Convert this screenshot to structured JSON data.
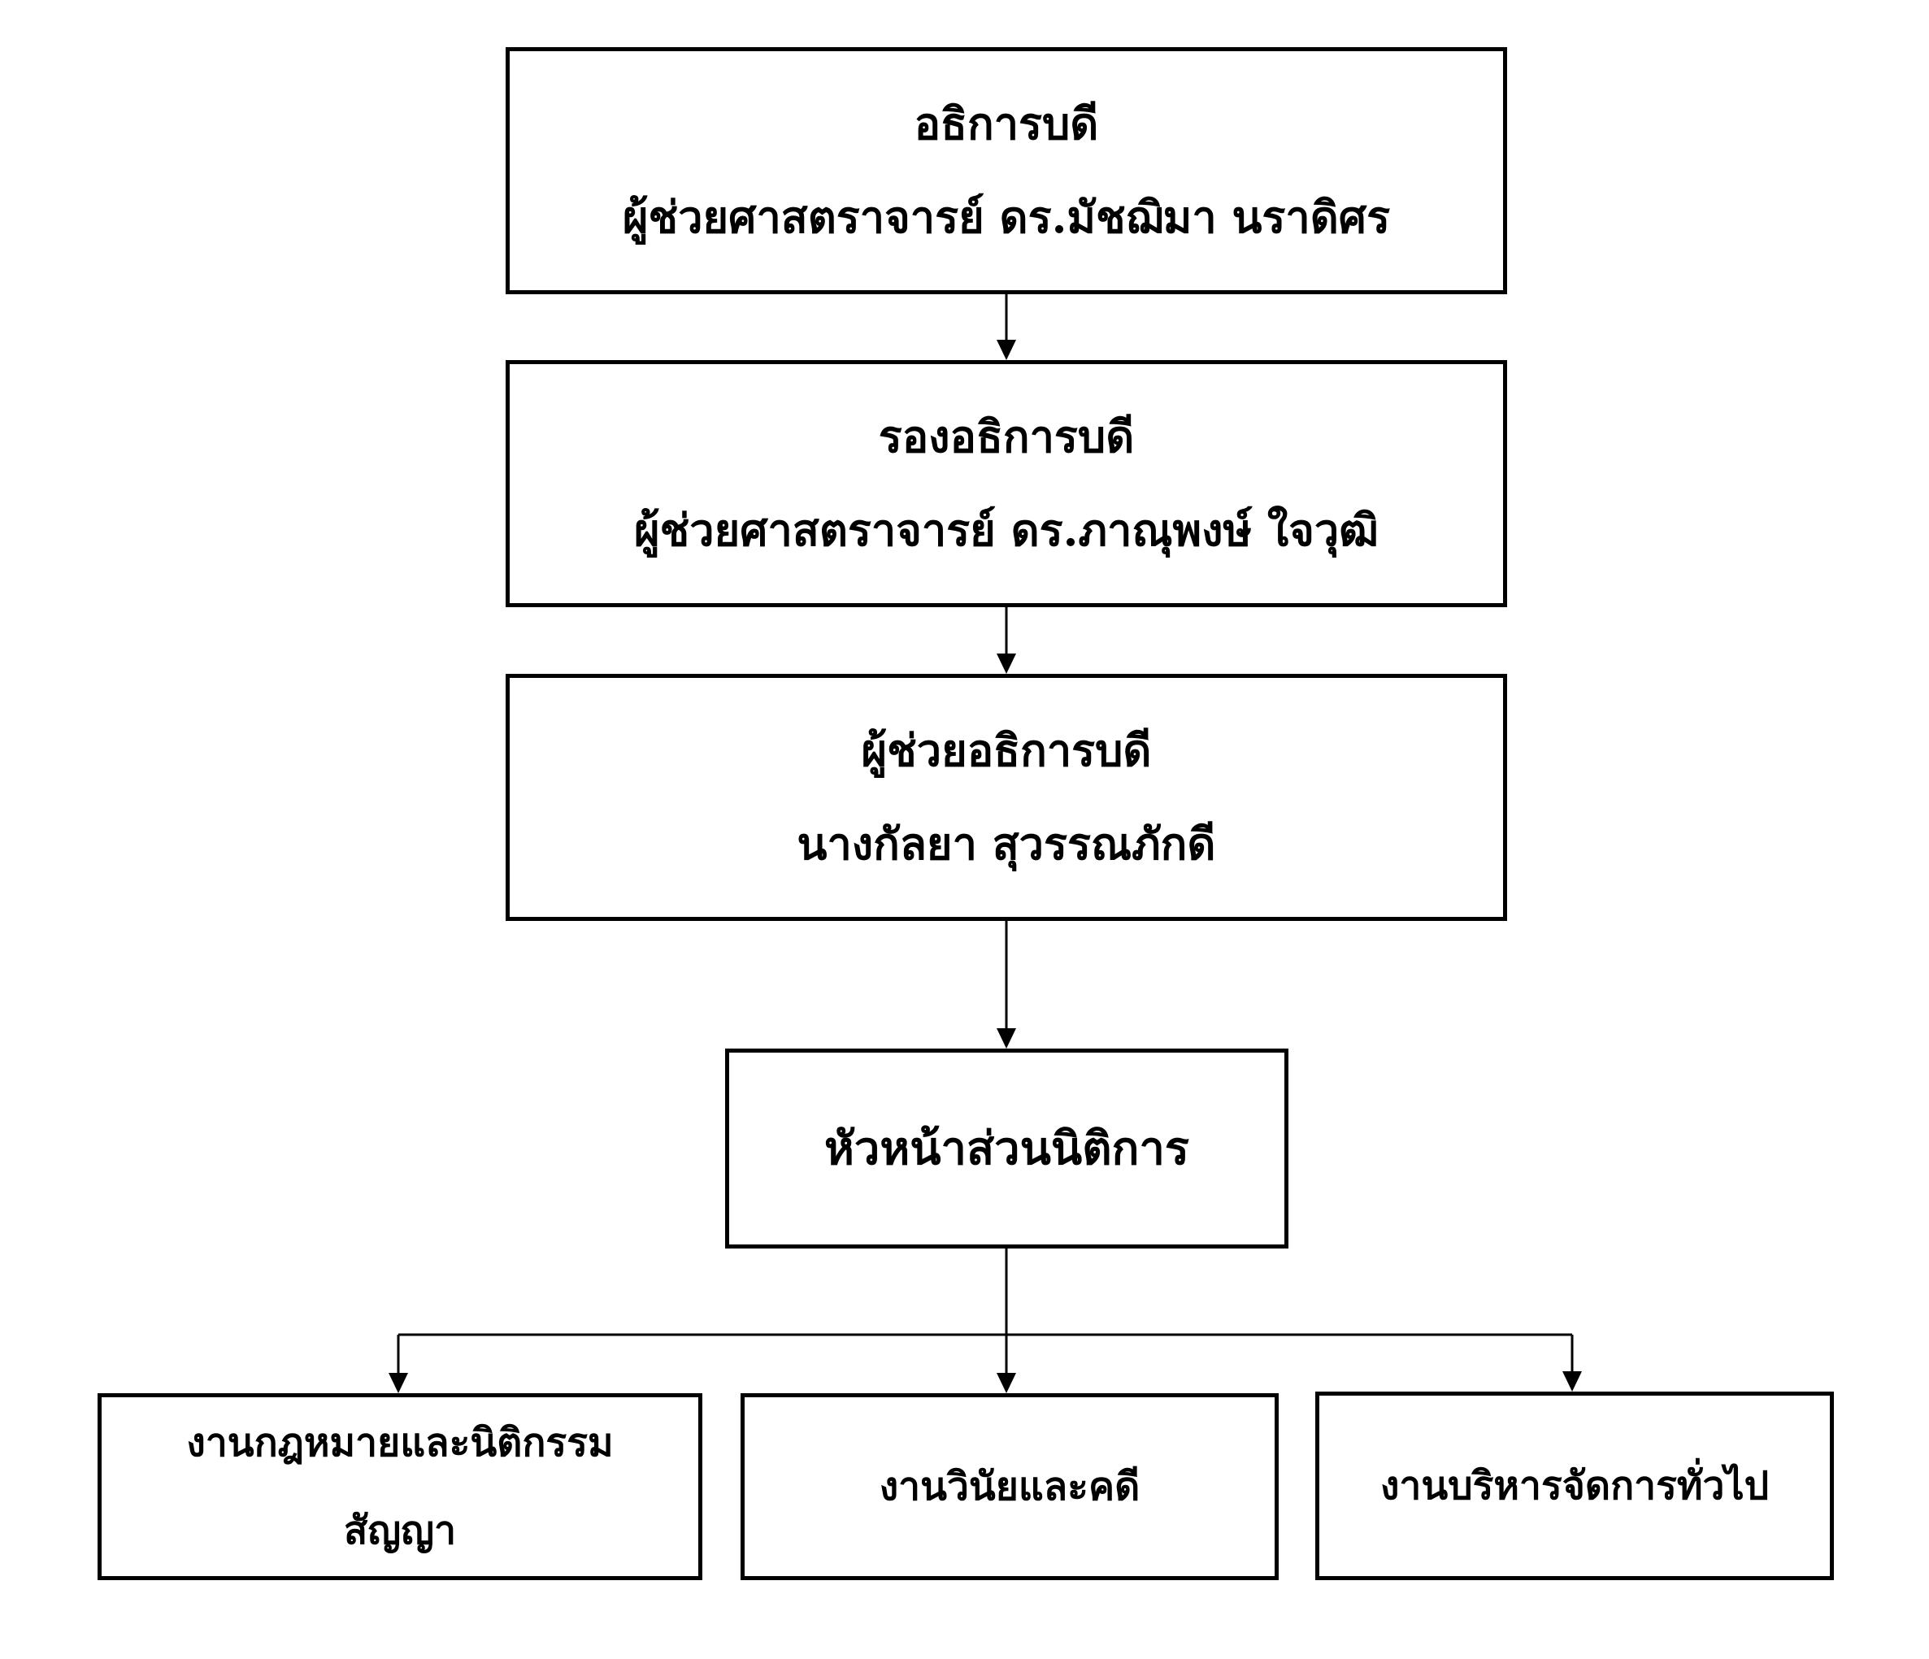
{
  "chart": {
    "boxes": [
      {
        "lines": [
          "อธิการบดี",
          "ผู้ช่วยศาสตราจารย์ ดร.มัชฌิมา นราดิศร"
        ]
      },
      {
        "lines": [
          "รองอธิการบดี",
          "ผู้ช่วยศาสตราจารย์ ดร.ภาณุพงษ์ ใจวุฒิ"
        ]
      },
      {
        "lines": [
          "ผู้ช่วยอธิการบดี",
          "นางกัลยา สุวรรณภักดี"
        ]
      },
      {
        "lines": [
          "หัวหน้าส่วนนิติการ"
        ]
      }
    ],
    "units": [
      {
        "lines": [
          "งานกฎหมายและนิติกรรม",
          "สัญญา"
        ]
      },
      {
        "lines": [
          "งานวินัยและคดี"
        ]
      },
      {
        "lines": [
          "งานบริหารจัดการทั่วไป"
        ]
      }
    ]
  },
  "colors": {
    "line": "#000000",
    "box_border": "#000000",
    "background": "#ffffff"
  }
}
